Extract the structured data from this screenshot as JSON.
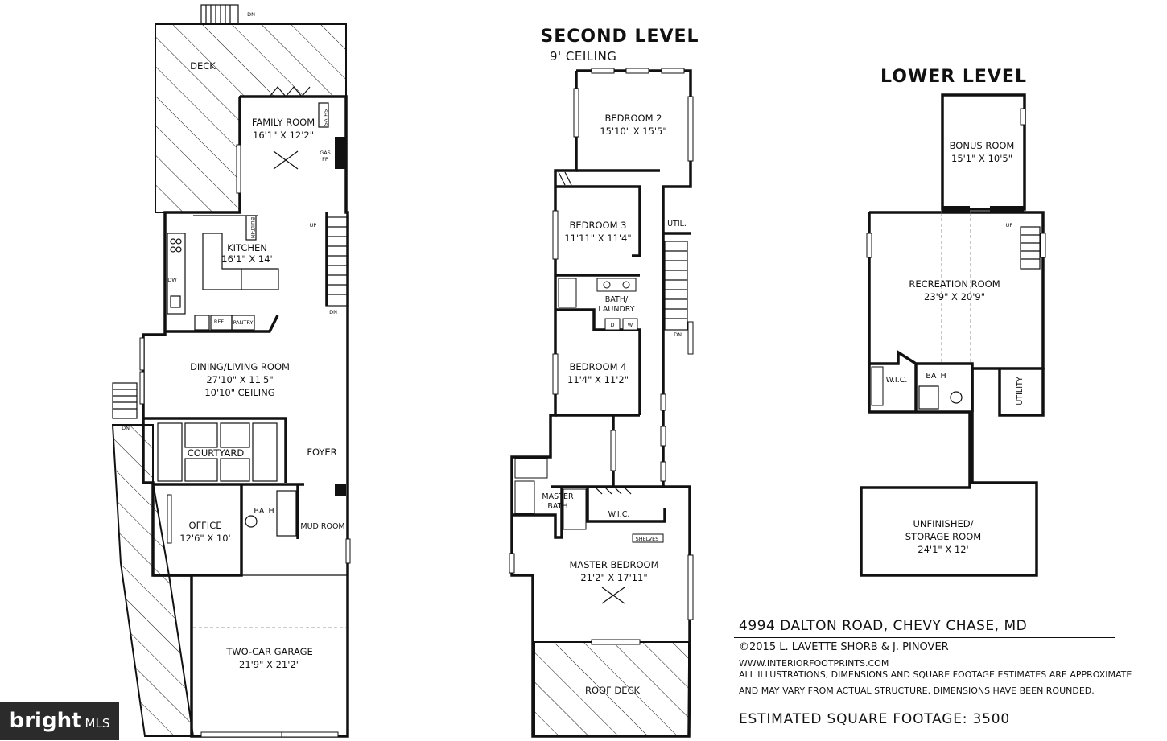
{
  "levels": {
    "second": {
      "title": "SECOND LEVEL",
      "subtitle": "9' CEILING"
    },
    "lower": {
      "title": "LOWER LEVEL"
    }
  },
  "main_level": {
    "deck": "DECK",
    "family_room": {
      "name": "FAMILY ROOM",
      "dims": "16'1\" X 12'2\""
    },
    "kitchen": {
      "name": "KITCHEN",
      "dims": "16'1\" X 14'"
    },
    "dining_living": {
      "name": "DINING/LIVING ROOM",
      "dims": "27'10\" X 11'5\"",
      "ceiling": "10'10\" CEILING"
    },
    "courtyard": "COURTYARD",
    "foyer": "FOYER",
    "office": {
      "name": "OFFICE",
      "dims": "12'6\" X 10'"
    },
    "bath": "BATH",
    "mud_room": "MUD ROOM",
    "garage": {
      "name": "TWO-CAR GARAGE",
      "dims": "21'9\" X 21'2\""
    },
    "labels": {
      "shlvs": "SHLVS",
      "gas_fp_1": "GAS",
      "gas_fp_2": "FP",
      "built_in": "BUILT-IN",
      "dw": "DW",
      "ref": "REF",
      "pantry": "PANTRY",
      "up": "UP",
      "dn": "DN"
    }
  },
  "second_level": {
    "bedroom2": {
      "name": "BEDROOM 2",
      "dims": "15'10\" X 15'5\""
    },
    "bedroom3": {
      "name": "BEDROOM 3",
      "dims": "11'11\" X 11'4\""
    },
    "util": "UTIL.",
    "bath_laundry_1": "BATH/",
    "bath_laundry_2": "LAUNDRY",
    "bedroom4": {
      "name": "BEDROOM 4",
      "dims": "11'4\" X 11'2\""
    },
    "master_bath_1": "MASTER",
    "master_bath_2": "BATH",
    "wic": "W.I.C.",
    "shelves": "SHELVES",
    "master_bedroom": {
      "name": "MASTER BEDROOM",
      "dims": "21'2\" X 17'11\""
    },
    "roof_deck": "ROOF DECK",
    "labels": {
      "d": "D",
      "w": "W",
      "dn": "DN"
    }
  },
  "lower_level": {
    "bonus_room": {
      "name": "BONUS ROOM",
      "dims": "15'1\" X 10'5\""
    },
    "recreation": {
      "name": "RECREATION ROOM",
      "dims": "23'9\" X 20'9\""
    },
    "wic": "W.I.C.",
    "bath": "BATH",
    "utility": "UTILITY",
    "unfinished": {
      "line1": "UNFINISHED/",
      "line2": "STORAGE ROOM",
      "dims": "24'1\" X 12'"
    },
    "labels": {
      "up": "UP"
    }
  },
  "info": {
    "address": "4994 DALTON ROAD, CHEVY CHASE, MD",
    "copyright": "©2015 L. LAVETTE SHORB & J. PINOVER",
    "website": "WWW.INTERIORFOOTPRINTS.COM",
    "disclaimer1": "ALL ILLUSTRATIONS, DIMENSIONS AND SQUARE FOOTAGE ESTIMATES ARE APPROXIMATE",
    "disclaimer2": "AND MAY VARY FROM ACTUAL STRUCTURE. DIMENSIONS HAVE BEEN ROUNDED.",
    "square_footage": "ESTIMATED SQUARE FOOTAGE: 3500"
  },
  "logo": {
    "brand": "bright",
    "suffix": "MLS"
  },
  "colors": {
    "ink": "#111111",
    "paper": "#ffffff",
    "logo_bg": "#2b2b2b"
  }
}
